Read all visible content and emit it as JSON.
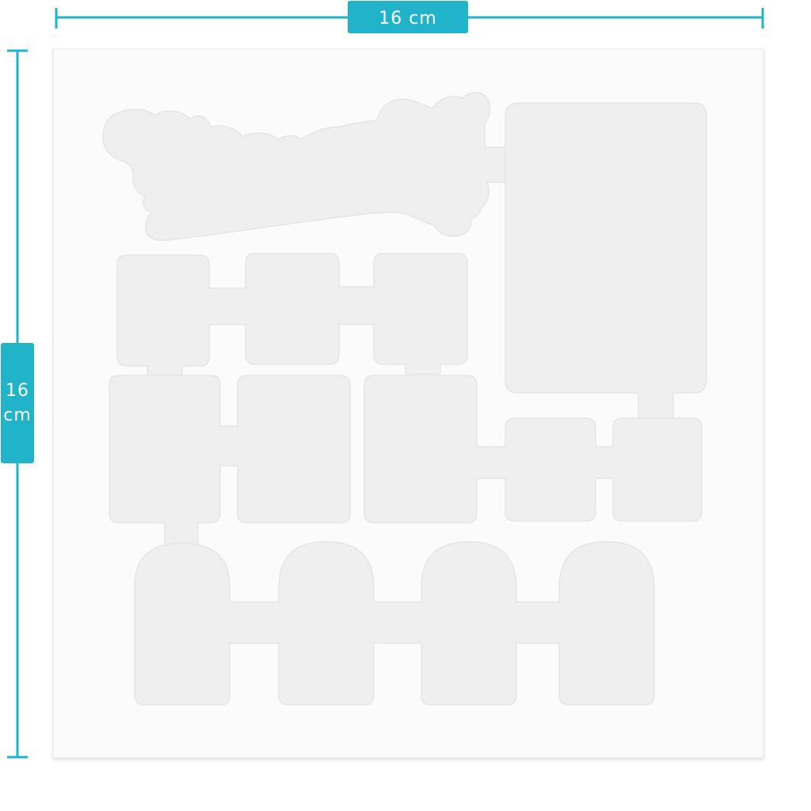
{
  "colors": {
    "accent": "#20b3c9",
    "sheet": "#fbfbfb",
    "sheet_edge": "#e6e6e6",
    "piece": "#efefef",
    "piece_edge": "#e2e2e2"
  },
  "dimensions": {
    "width_label": "16 cm",
    "height_value": "16",
    "height_unit": "cm"
  },
  "icons": {
    "sheet": "stencil-sheet"
  }
}
